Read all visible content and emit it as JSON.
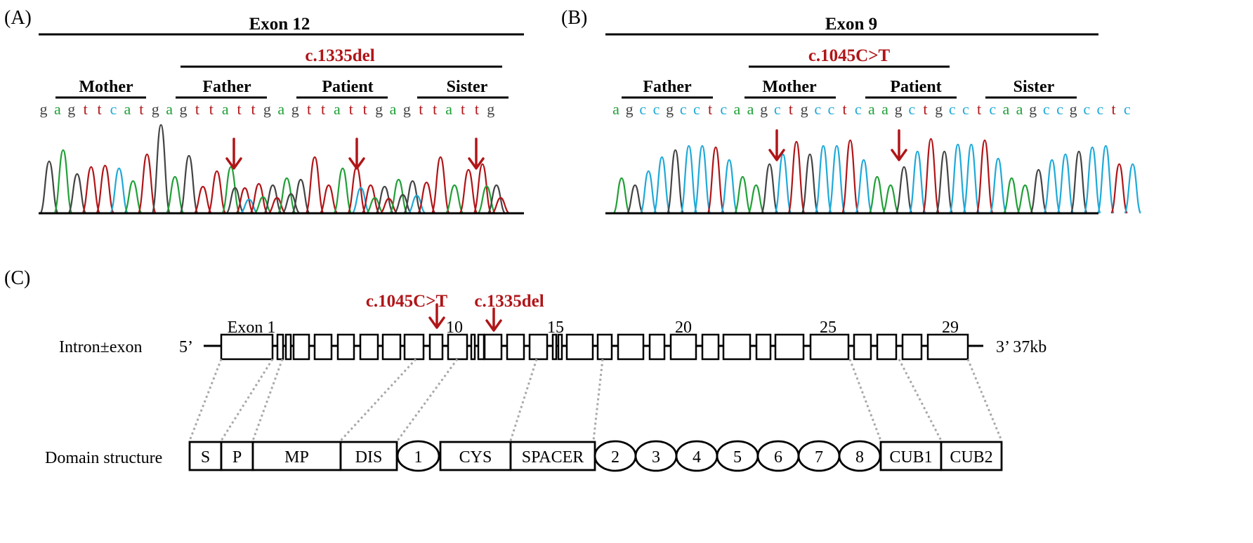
{
  "panels": {
    "a": "(A)",
    "b": "(B)",
    "c": "(C)"
  },
  "colors": {
    "a": "#21a038",
    "g": "#444444",
    "t": "#b01518",
    "c": "#1fa9d8",
    "mutation": "#b01518",
    "dotted": "#a8a8a8"
  },
  "panel_a": {
    "exon_label": "Exon 12",
    "variant_label": "c.1335del",
    "groups": [
      {
        "name": "Mother",
        "seq": "gagttcatg"
      },
      {
        "name": "Father",
        "seq": "gagttattg"
      },
      {
        "name": "Patient",
        "seq": "gagttattg"
      },
      {
        "name": "Sister",
        "seq": "gagttattg"
      }
    ]
  },
  "panel_b": {
    "exon_label": "Exon 9",
    "variant_label": "c.1045C>T",
    "groups": [
      {
        "name": "Father",
        "seq": "agccgcctc"
      },
      {
        "name": "Mother",
        "seq": "agctgcctc"
      },
      {
        "name": "Patient",
        "seq": "agctgcctc"
      },
      {
        "name": "Sister",
        "seq": "agccgcctc"
      }
    ],
    "joiners": [
      "a",
      "a",
      "a"
    ]
  },
  "panel_c": {
    "variant_labels": [
      "c.1045C>T",
      "c.1335del"
    ],
    "exon_numbers": [
      "Exon 1",
      "10",
      "15",
      "20",
      "25",
      "29"
    ],
    "gene_row_label": "Intron±exon",
    "five_prime": "5’",
    "three_prime": "3’ 37kb",
    "domain_row_label": "Domain structure",
    "domains": [
      "S",
      "P",
      "MP",
      "DIS",
      "1",
      "CYS",
      "SPACER",
      "2",
      "3",
      "4",
      "5",
      "6",
      "7",
      "8",
      "CUB1",
      "CUB2"
    ]
  }
}
